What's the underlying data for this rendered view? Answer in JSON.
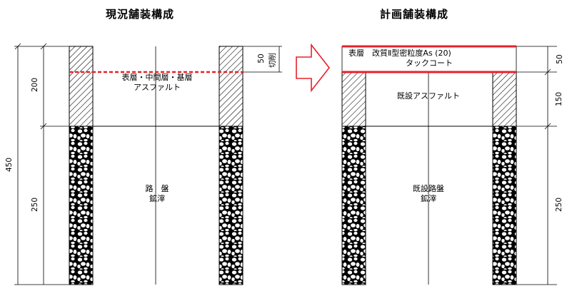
{
  "left": {
    "title": "現況舗装構成",
    "asphalt_label_line1": "表層・中間層・基層",
    "asphalt_label_line2": "アスファルト",
    "base_label_line1": "路　盤",
    "base_label_line2": "鉱滓",
    "dim_total": "450",
    "dim_asphalt": "200",
    "dim_base": "250",
    "dim_cut": "50",
    "cut_label": "切削"
  },
  "right": {
    "title": "計画舗装構成",
    "surface_label_line1": "表層　改質Ⅱ型密粒度As (20)",
    "surface_label_line2": "タックコート",
    "existing_asphalt_label": "既設アスファルト",
    "base_label_line1": "既設路盤",
    "base_label_line2": "鉱滓",
    "dim_surface": "50",
    "dim_existing_asphalt": "150",
    "dim_base": "250"
  },
  "colors": {
    "line": "#000000",
    "red_accent": "#e8202a"
  },
  "arrow_icon": "right-arrow-outline"
}
